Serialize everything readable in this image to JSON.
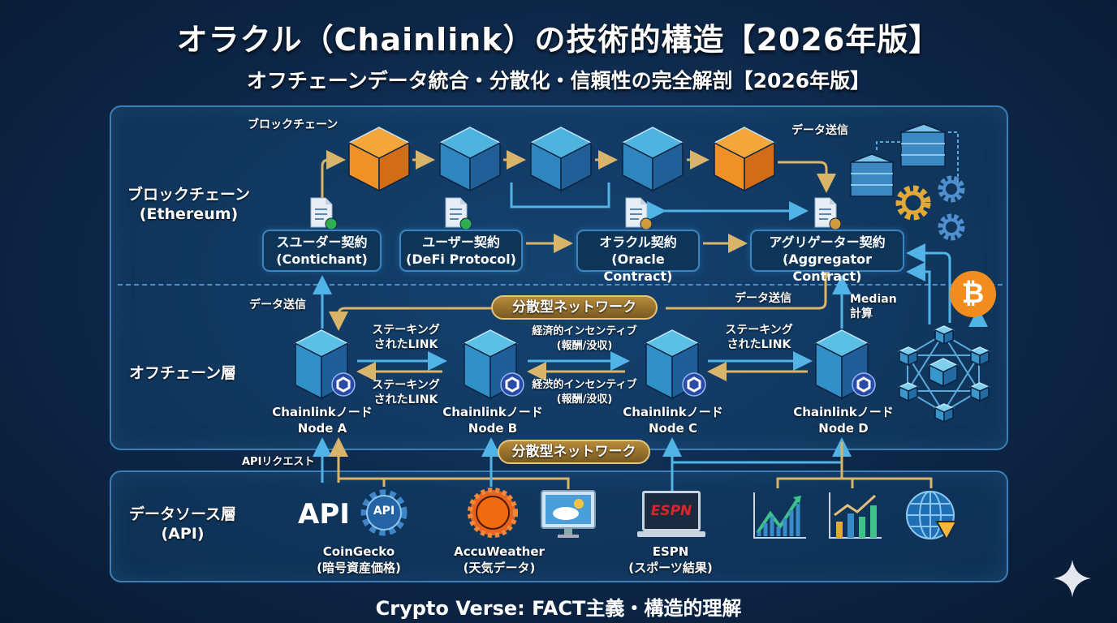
{
  "title": "オラクル（Chainlink）の技術的構造【2026年版】",
  "subtitle": "オフチェーンデータ統合・分散化・信頼性の完全解剖【2026年版】",
  "layers": {
    "blockchain": "ブロックチェーン",
    "blockchain_sub": "(Ethereum)",
    "offchain": "オフチェーン層",
    "datasource": "データソース層",
    "datasource_sub": "(API)"
  },
  "chain_label": "ブロックチェーン",
  "data_send": "データ送信",
  "contracts": [
    {
      "name": "スユーダー契約",
      "sub": "(Contichant)"
    },
    {
      "name": "ユーザー契約",
      "sub": "(DeFi Protocol)"
    },
    {
      "name": "オラクル契約",
      "sub": "(Oracle Contract)"
    },
    {
      "name": "アグリゲーター契約",
      "sub": "(Aggregator Contract)"
    }
  ],
  "network_label": "分散型ネットワーク",
  "median": "Median",
  "median2": "計算",
  "nodes": [
    {
      "name": "Chainlinkノード",
      "id": "Node A"
    },
    {
      "name": "Chainlinkノード",
      "id": "Node B"
    },
    {
      "name": "Chainlinkノード",
      "id": "Node C"
    },
    {
      "name": "Chainlinkノード",
      "id": "Node D"
    }
  ],
  "staking": [
    "ステーキング",
    "されたLINK"
  ],
  "incentive": [
    "経済的インセンティブ",
    "(報酬/没収)"
  ],
  "incentive_b": [
    "経渋的インセンティブ",
    "(報酬/没収)"
  ],
  "api_request": "APIリクエスト",
  "sources": {
    "api_big": "API",
    "api_gear": "API",
    "coingecko": "CoinGecko",
    "coingecko_sub": "(暗号資産価格)",
    "accuweather": "AccuWeather",
    "accuweather_sub": "(天気データ)",
    "espn_logo": "ESPN",
    "espn": "ESPN",
    "espn_sub": "(スポーツ結果)"
  },
  "footer": "Crypto Verse: FACT主義・構造的理解",
  "colors": {
    "orange": "#f0932b",
    "blue": "#2f7fb8",
    "gold": "#d8b56a"
  }
}
